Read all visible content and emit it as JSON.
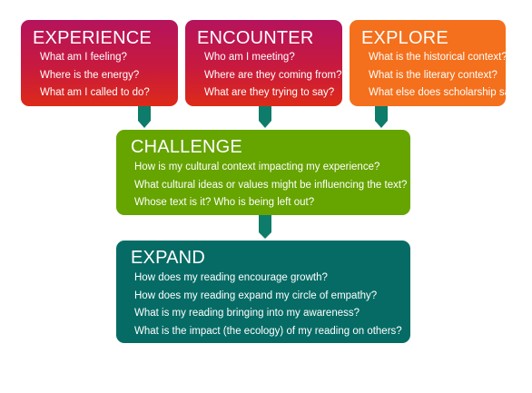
{
  "boxes": {
    "experience": {
      "title": "EXPERIENCE",
      "questions": [
        "What am I feeling?",
        "Where is the energy?",
        "What am I called to do?"
      ]
    },
    "encounter": {
      "title": "ENCOUNTER",
      "questions": [
        "Who am I meeting?",
        "Where are they coming from?",
        "What are they trying to say?"
      ]
    },
    "explore": {
      "title": "EXPLORE",
      "questions": [
        "What is the historical context?",
        "What is the literary context?",
        "What else does scholarship say?"
      ]
    },
    "challenge": {
      "title": "CHALLENGE",
      "questions": [
        "How is my cultural context impacting my experience?",
        "What cultural ideas or values might be influencing the text?",
        "Whose text is it? Who is being left out?"
      ]
    },
    "expand": {
      "title": "EXPAND",
      "questions": [
        "How does my reading encourage growth?",
        "How does my  reading expand my circle of empathy?",
        "What is my reading bringing into my awareness?",
        "What is the impact (the ecology) of my reading on others?"
      ]
    }
  },
  "colors": {
    "experience_encounter_gradient": [
      "#b5135d",
      "#c81a3e",
      "#dd2a18"
    ],
    "explore": "#f4701c",
    "challenge": "#66a400",
    "expand": "#066b65",
    "connector": "#0e7c6a"
  }
}
